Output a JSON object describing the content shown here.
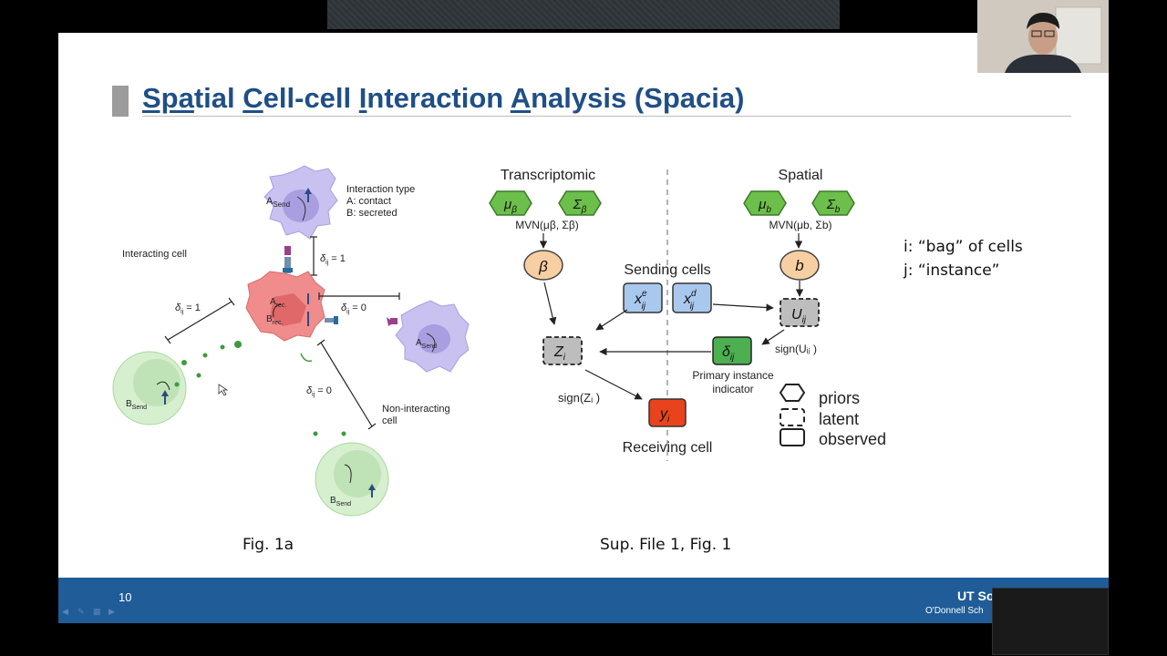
{
  "slide": {
    "title_parts": [
      {
        "text": "Spa",
        "u": true
      },
      {
        "text": "tial ",
        "u": false
      },
      {
        "text": "C",
        "u": true
      },
      {
        "text": "ell-cell ",
        "u": false
      },
      {
        "text": "I",
        "u": true
      },
      {
        "text": "nteraction ",
        "u": false
      },
      {
        "text": "A",
        "u": true
      },
      {
        "text": "nalysis (Spacia)",
        "u": false
      }
    ],
    "left_figure": {
      "caption": "Fig. 1a",
      "interaction_type_title": "Interaction type",
      "interaction_type_a": "A: contact",
      "interaction_type_b": "B: secreted",
      "interacting_cell": "Interacting cell",
      "non_interacting_cell": "Non-interacting cell",
      "delta_1": "1",
      "delta_0": "0",
      "a_send": "A",
      "b_send": "B",
      "send_sub": "Send",
      "a_rec": "A",
      "b_rec": "B",
      "rec_sub": "rec."
    },
    "right_figure": {
      "caption": "Sup. File 1, Fig. 1",
      "transcriptomic": "Transcriptomic",
      "spatial": "Spatial",
      "mvn_beta": "MVN(μβ, Σβ)",
      "mvn_b": "MVN(μb, Σb)",
      "sending_cells": "Sending cells",
      "receiving_cell": "Receiving cell",
      "primary_instance_1": "Primary instance",
      "primary_instance_2": "indicator",
      "sign_z": "sign(Zᵢ )",
      "sign_u": "sign(Uᵢⱼ )",
      "legend": [
        "priors",
        "latent",
        "observed"
      ]
    },
    "notes": [
      "i: “bag” of cells",
      "j: “instance”"
    ],
    "page_number": "10",
    "footer_brand": "UT So",
    "footer_sub": "O'Donnell Sch"
  },
  "colors": {
    "title": "#1f4f86",
    "footer": "#1f5c98",
    "prior_green": "#6cbf4a",
    "latent_grey": "#bdbdbd",
    "observed_blue": "#a9c8ee",
    "y_red": "#e8431c",
    "beta_orange": "#f8cfa2",
    "delta_green": "#4caf50"
  }
}
